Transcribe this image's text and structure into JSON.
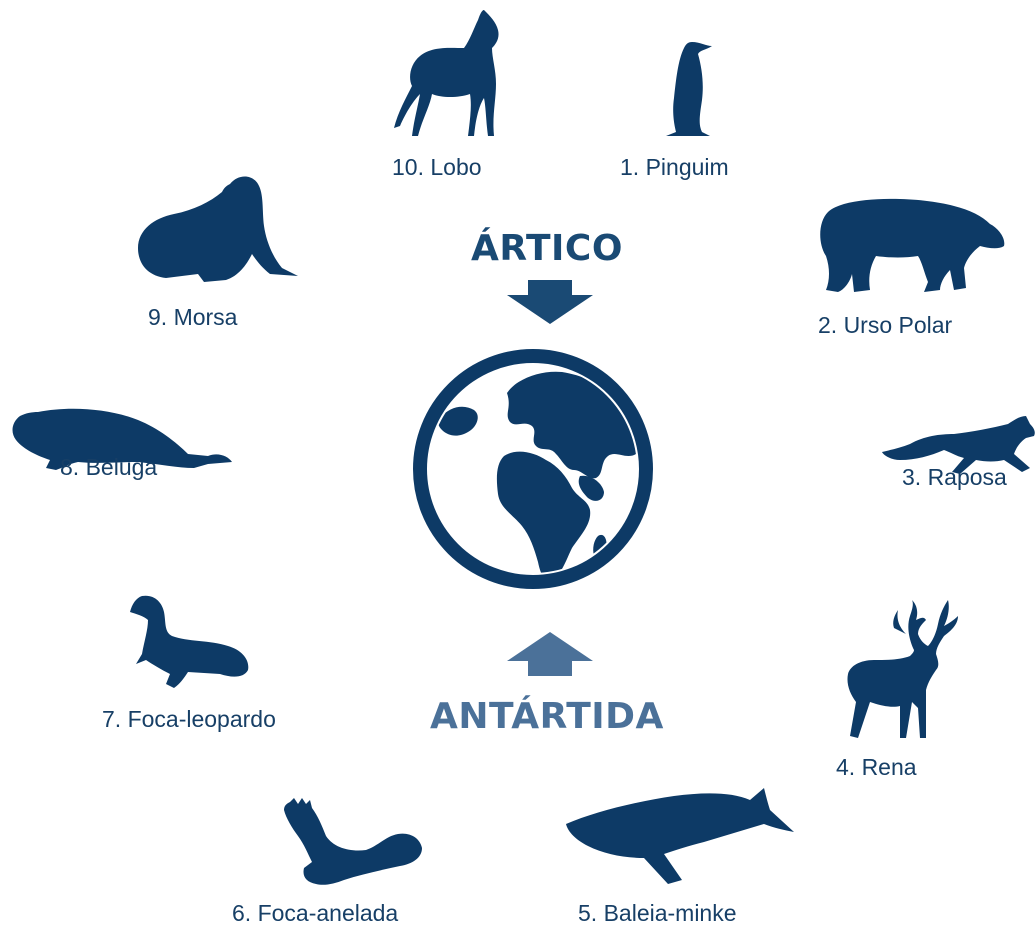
{
  "colors": {
    "silhouette": "#0d3a66",
    "label": "#173f66",
    "arctic": "#1a4a74",
    "antarctic": "#4b7199"
  },
  "regions": {
    "arctic": "ÁRTICO",
    "antarctic": "ANTÁRTIDA"
  },
  "animals": [
    {
      "id": "penguin",
      "label": "1. Pinguim"
    },
    {
      "id": "polar-bear",
      "label": "2. Urso Polar"
    },
    {
      "id": "fox",
      "label": "3. Raposa"
    },
    {
      "id": "reindeer",
      "label": "4. Rena"
    },
    {
      "id": "minke-whale",
      "label": "5. Baleia-minke"
    },
    {
      "id": "ringed-seal",
      "label": "6. Foca-anelada"
    },
    {
      "id": "leopard-seal",
      "label": "7. Foca-leopardo"
    },
    {
      "id": "beluga",
      "label": "8. Beluga"
    },
    {
      "id": "walrus",
      "label": "9. Morsa"
    },
    {
      "id": "wolf",
      "label": "10. Lobo"
    }
  ],
  "icons": {
    "center": "globe-icon",
    "arctic_arrow": "arrow-down-icon",
    "antarctic_arrow": "arrow-up-icon"
  }
}
